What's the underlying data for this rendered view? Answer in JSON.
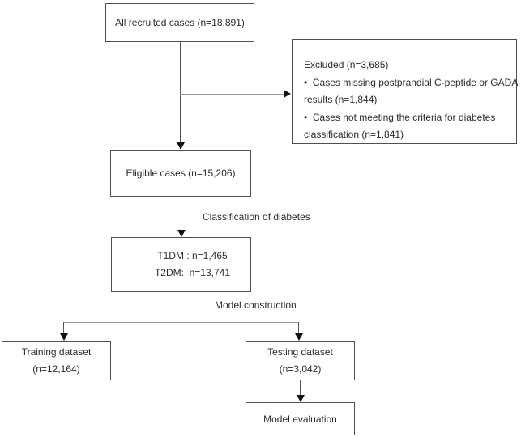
{
  "flow": {
    "boxes": {
      "recruited": {
        "label": "All recruited cases (n=18,891)"
      },
      "excluded": {
        "lines": [
          "Excluded (n=3,685)",
          "•  Cases missing postprandial C-peptide or GADA",
          "results (n=1,844)",
          "•  Cases not meeting the criteria for diabetes",
          "classification (n=1,841)"
        ]
      },
      "eligible": {
        "label": "Eligible cases (n=15,206)"
      },
      "classified": {
        "line1": "T1DM : n=1,465",
        "line2": "T2DM:  n=13,741"
      },
      "training": {
        "line1": "Training dataset",
        "line2": "(n=12,164)"
      },
      "testing": {
        "line1": "Testing dataset",
        "line2": "(n=3,042)"
      },
      "evaluation": {
        "label": "Model evaluation"
      }
    },
    "edge_labels": {
      "classification": "Classification of diabetes",
      "construction": "Model construction"
    },
    "colors": {
      "background": "#ffffff",
      "box_border": "#4f4f4f",
      "line": "#565656",
      "arrowhead": "#111111",
      "text": "#2b2b2b"
    }
  }
}
